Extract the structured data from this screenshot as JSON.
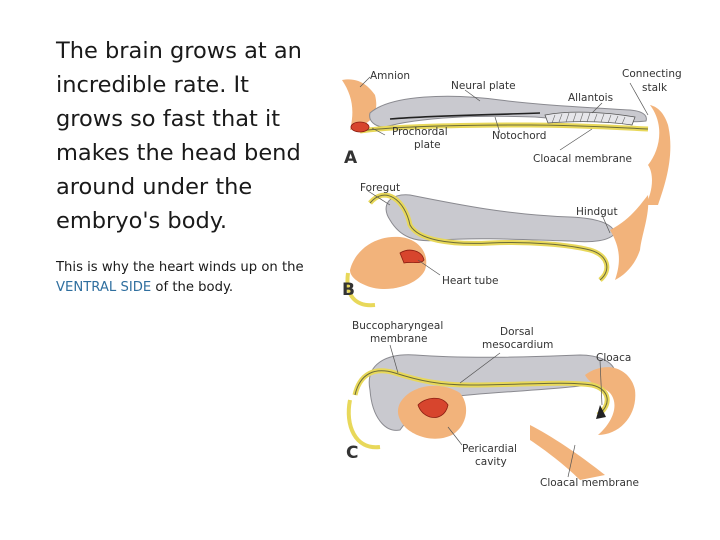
{
  "slide": {
    "main_text": "The brain grows at an incredible rate. It grows so fast that it makes the head bend around under the embryo's body.",
    "sub_text_before": "This is why the heart winds up on the ",
    "sub_text_highlight": "VENTRAL SIDE",
    "sub_text_after": " of the body.",
    "highlight_color": "#2f6f9f"
  },
  "figure": {
    "panel_a": {
      "letter": "A",
      "labels": {
        "amnion": "Amnion",
        "neural_plate": "Neural plate",
        "connecting": "Connecting",
        "stalk": "stalk",
        "allantois": "Allantois",
        "prochordal": "Prochordal",
        "plate": "plate",
        "notochord": "Notochord",
        "cloacal_membrane": "Cloacal membrane"
      }
    },
    "panel_b": {
      "letter": "B",
      "labels": {
        "foregut": "Foregut",
        "hindgut": "Hindgut",
        "heart_tube": "Heart tube"
      }
    },
    "panel_c": {
      "letter": "C",
      "labels": {
        "buccopharyngeal": "Buccopharyngeal",
        "membrane": "membrane",
        "dorsal": "Dorsal",
        "mesocardium": "mesocardium",
        "cloaca": "Cloaca",
        "pericardial": "Pericardial",
        "cavity": "cavity",
        "cloacal_membrane": "Cloacal membrane"
      }
    }
  }
}
